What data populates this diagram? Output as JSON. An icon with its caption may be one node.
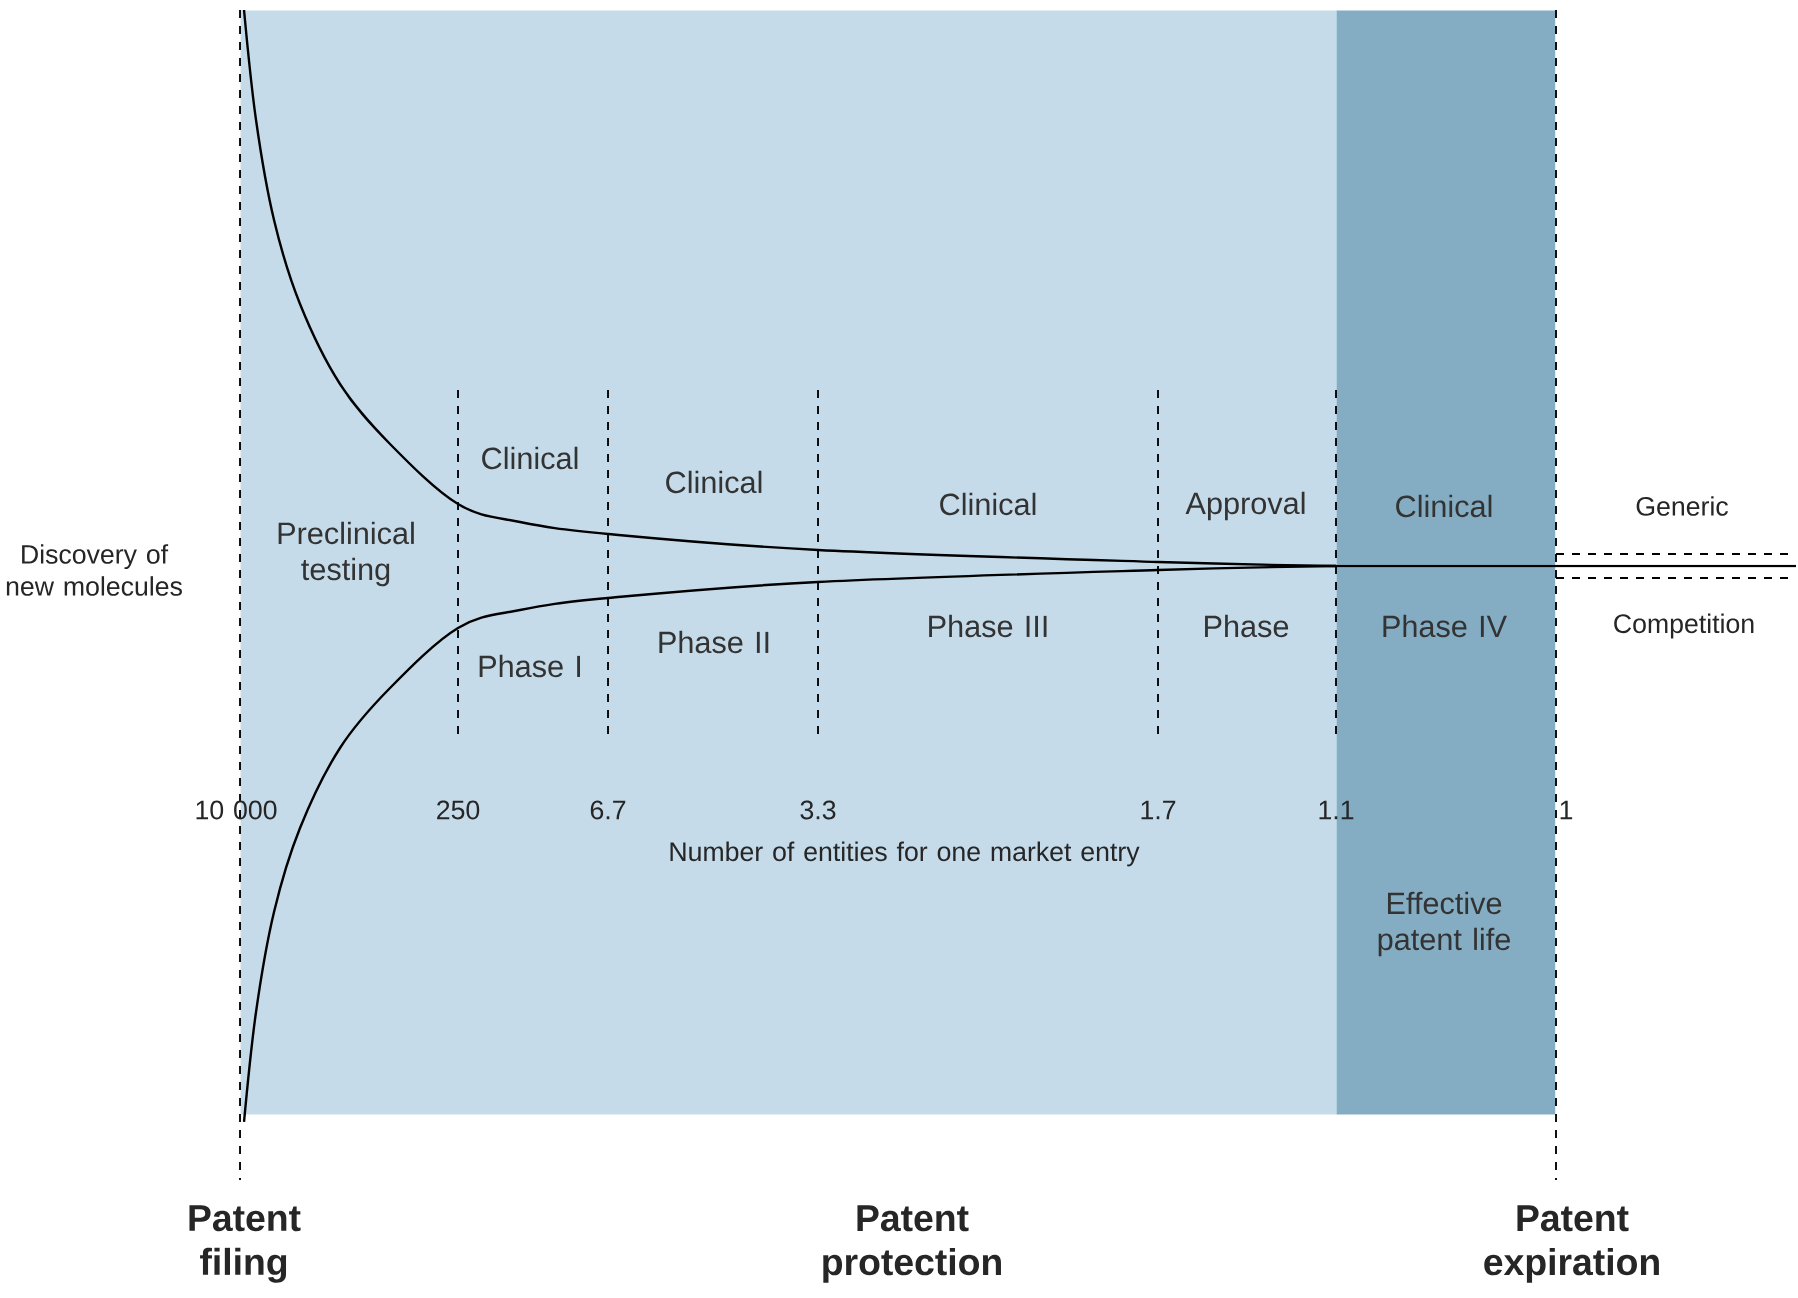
{
  "diagram": {
    "nodes": [
      {
        "text": [
          "Preclinical testing",
          "Clinical",
          "Phase I",
          "Clinical",
          "Phase II",
          "Clinical",
          "Phase III",
          "Approval",
          "Phase"
        ]
      },
      {
        "text": [
          "Clinical",
          "Phase IV",
          "Effective patent life"
        ]
      }
    ],
    "labels": [
      "Discovery of new molecules",
      "Generic",
      "Competition",
      "10 000",
      "250",
      "6.7",
      "3.3",
      "1.7",
      "1.1",
      "1",
      "Number of entities for one market entry",
      "Patent filing",
      "Patent protection",
      "Patent expiration"
    ]
  }
}
